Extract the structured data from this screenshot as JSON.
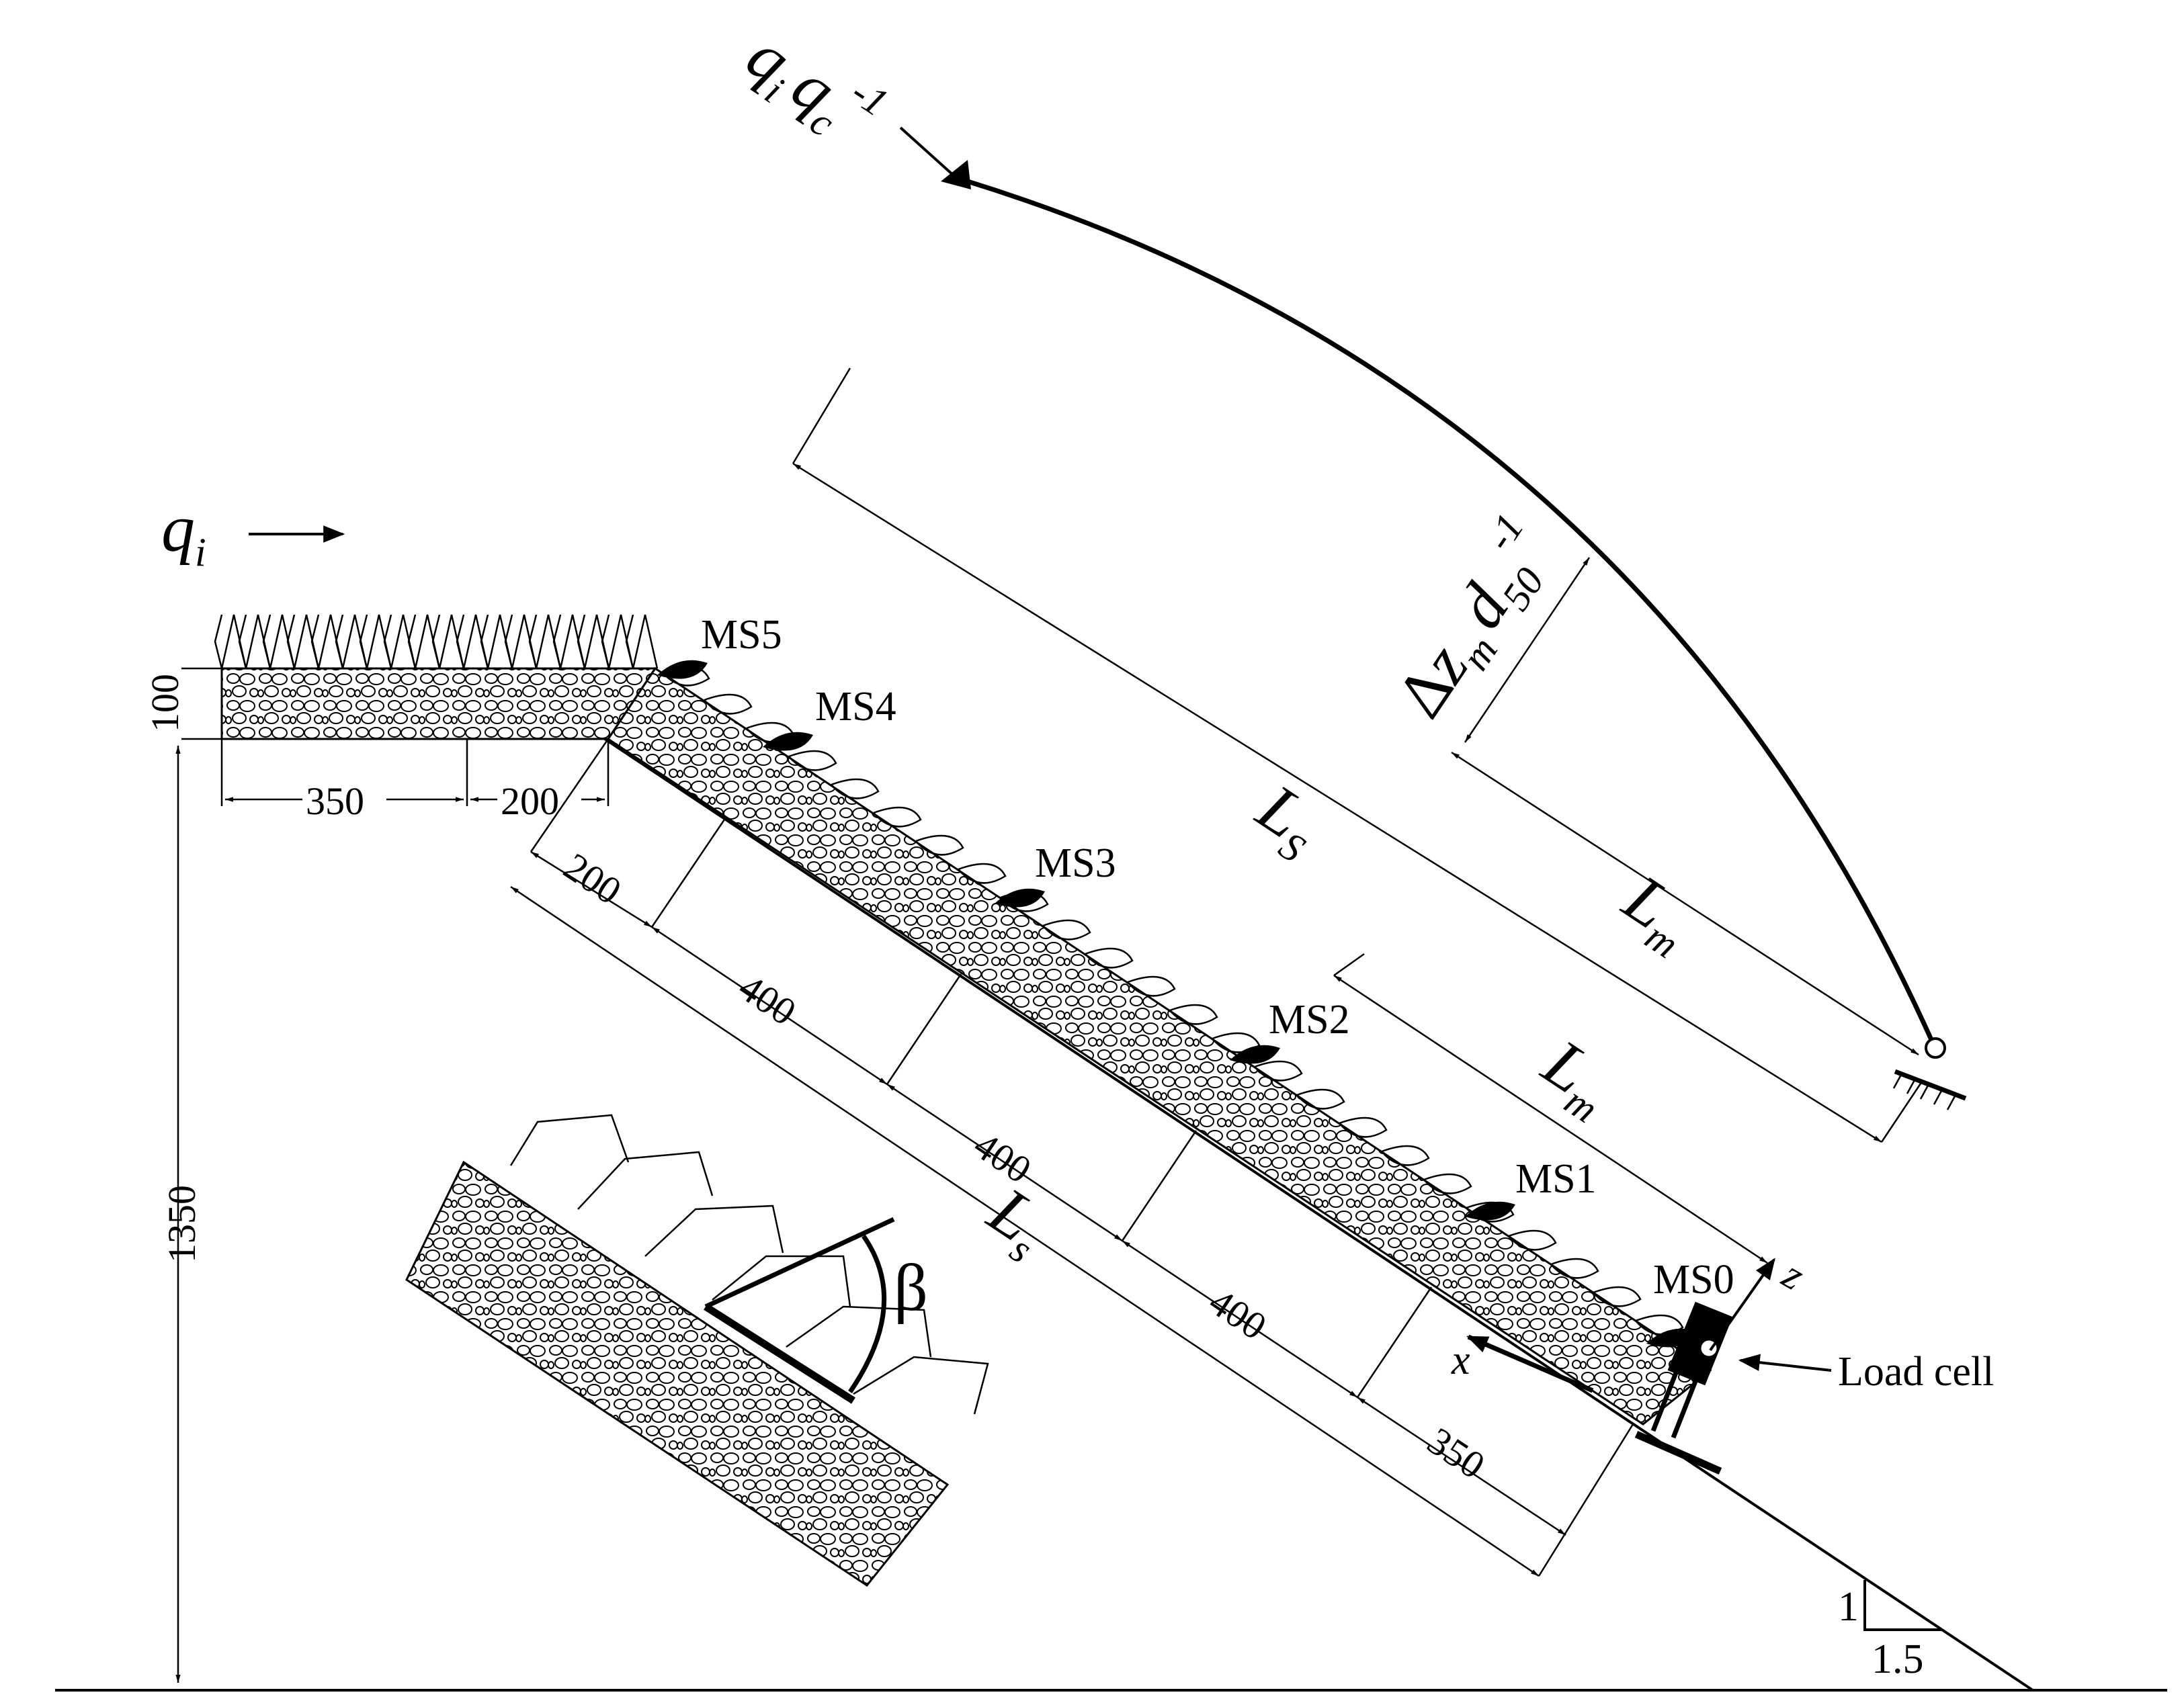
{
  "diagram": {
    "colors": {
      "ink": "#000000",
      "paper": "#ffffff"
    },
    "flow_label": {
      "q": "q",
      "q_sub": "i"
    },
    "ratio_label": {
      "q1": "q",
      "q1_sub": "i",
      "q2": "q",
      "q2_sub": "c",
      "exp": "-1"
    },
    "dz_label": {
      "delta": "Δ",
      "z": "z",
      "z_sub": "m",
      "d": "d",
      "d_sub": "50",
      "exp": "-1"
    },
    "dims": {
      "crest_height": "100",
      "crest_len_a": "350",
      "crest_len_b": "200",
      "slope_a": "200",
      "slope_b": "400",
      "slope_c": "400",
      "slope_d": "400",
      "slope_e": "350",
      "total_height": "1350"
    },
    "lengths": {
      "ls_upper": {
        "main": "L",
        "sub": "S"
      },
      "lm_upper": {
        "main": "L",
        "sub": "m"
      },
      "lm_lower": {
        "main": "L",
        "sub": "m"
      },
      "ls_lower": {
        "main": "L",
        "sub": "s"
      }
    },
    "markers": [
      "MS5",
      "MS4",
      "MS3",
      "MS2",
      "MS1",
      "MS0"
    ],
    "axes": {
      "x": "x",
      "z": "z"
    },
    "load_cell": "Load cell",
    "angle": "β",
    "slope_ratio": {
      "rise": "1",
      "run": "1.5"
    }
  }
}
